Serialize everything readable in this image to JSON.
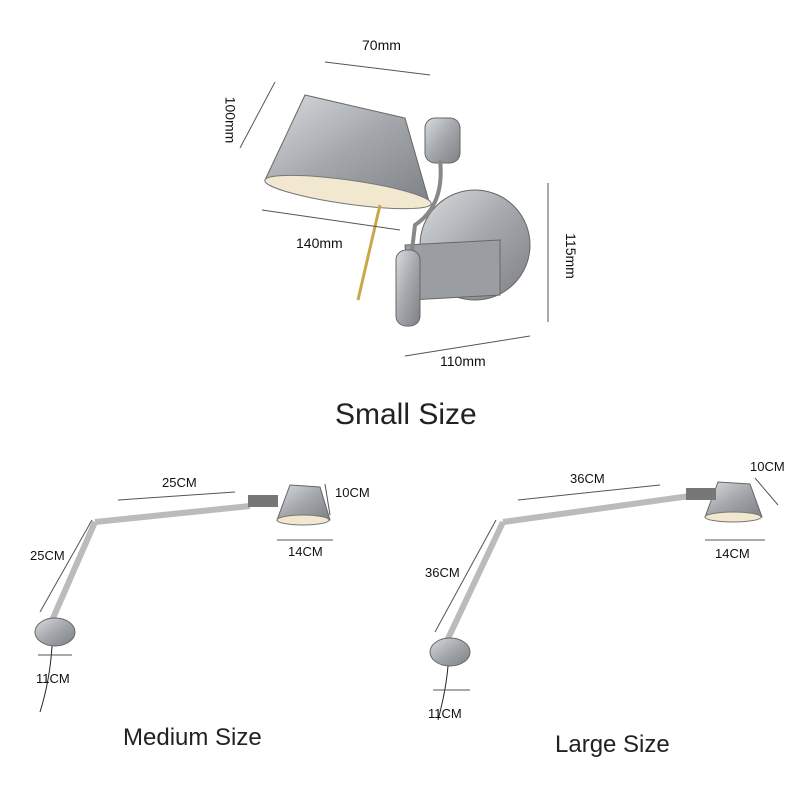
{
  "small": {
    "title": "Small Size",
    "dims": {
      "shade_top": "70mm",
      "shade_height": "100mm",
      "reach": "140mm",
      "plate_height": "115mm",
      "plate_depth": "110mm"
    }
  },
  "medium": {
    "title": "Medium Size",
    "dims": {
      "upper_arm": "25CM",
      "shade_height": "10CM",
      "lower_arm": "25CM",
      "shade_width": "14CM",
      "base": "11CM"
    }
  },
  "large": {
    "title": "Large Size",
    "dims": {
      "upper_arm": "36CM",
      "shade_height": "10CM",
      "lower_arm": "36CM",
      "shade_width": "14CM",
      "base": "11CM"
    }
  },
  "colors": {
    "metal": "#a9adb2",
    "dark": "#6f7378",
    "line": "#555555"
  }
}
